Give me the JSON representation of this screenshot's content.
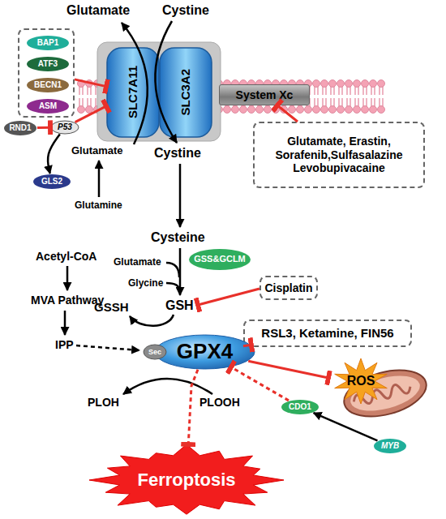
{
  "diagram": {
    "nodes": [
      {
        "text": []
      },
      {
        "text": [
          "BAP1"
        ],
        "in": 0
      },
      {
        "text": [
          "ATF3"
        ],
        "in": 0
      },
      {
        "text": [
          "BECN1"
        ],
        "in": 0
      },
      {
        "text": [
          "ASM"
        ],
        "in": 0
      },
      {
        "text": [
          "SLC7A11"
        ]
      },
      {
        "text": [
          "SLC3A2"
        ]
      },
      {
        "text": [
          "System Xc"
        ]
      },
      {
        "text": [
          "RND1"
        ]
      },
      {
        "text": [
          "P53"
        ]
      },
      {
        "text": [
          "Glutamate, Erastin, Sorafenib,Sulfasalazine Levobupivacaine"
        ]
      },
      {
        "text": [
          "GLS2"
        ]
      },
      {
        "text": [
          "GSS&GCLM"
        ]
      },
      {
        "text": [
          "Cisplatin"
        ]
      },
      {
        "text": [
          "RSL3, Ketamine, FIN56"
        ]
      },
      {
        "text": [
          "Sec"
        ]
      },
      {
        "text": [
          "GPX4"
        ]
      },
      {
        "text": [
          "ROS"
        ]
      },
      {
        "text": [
          "CDO1"
        ]
      },
      {
        "text": [
          "MYB"
        ]
      },
      {
        "text": [
          "Ferroptosis"
        ]
      }
    ],
    "edges": [
      {
        "from": 0,
        "to": 5,
        "arrow": "to"
      },
      {
        "from": 8,
        "to": 9,
        "arrow": "to"
      },
      {
        "from": 9,
        "to": 5,
        "arrow": "to"
      },
      {
        "from": 9,
        "to": 11,
        "arrow": "to"
      },
      {
        "from": 10,
        "to": 7,
        "arrow": "to"
      },
      {
        "from": 14,
        "to": 16,
        "arrow": "to"
      },
      {
        "from": 16,
        "to": 17,
        "arrow": "to"
      },
      {
        "from": 18,
        "to": 16,
        "arrow": "to"
      },
      {
        "from": 19,
        "to": 18,
        "arrow": "to"
      },
      {
        "from": 16,
        "to": 20,
        "arrow": "to"
      }
    ],
    "labels": [
      "Glutamate",
      "Cystine",
      "Glutamate",
      "Cystine",
      "Glutamine",
      "Cysteine",
      "Glutamate",
      "Glycine",
      "GSH",
      "GSSH",
      "Acetyl-CoA",
      "MVA Pathway",
      "IPP",
      "PLOH",
      "PLOOH"
    ]
  }
}
